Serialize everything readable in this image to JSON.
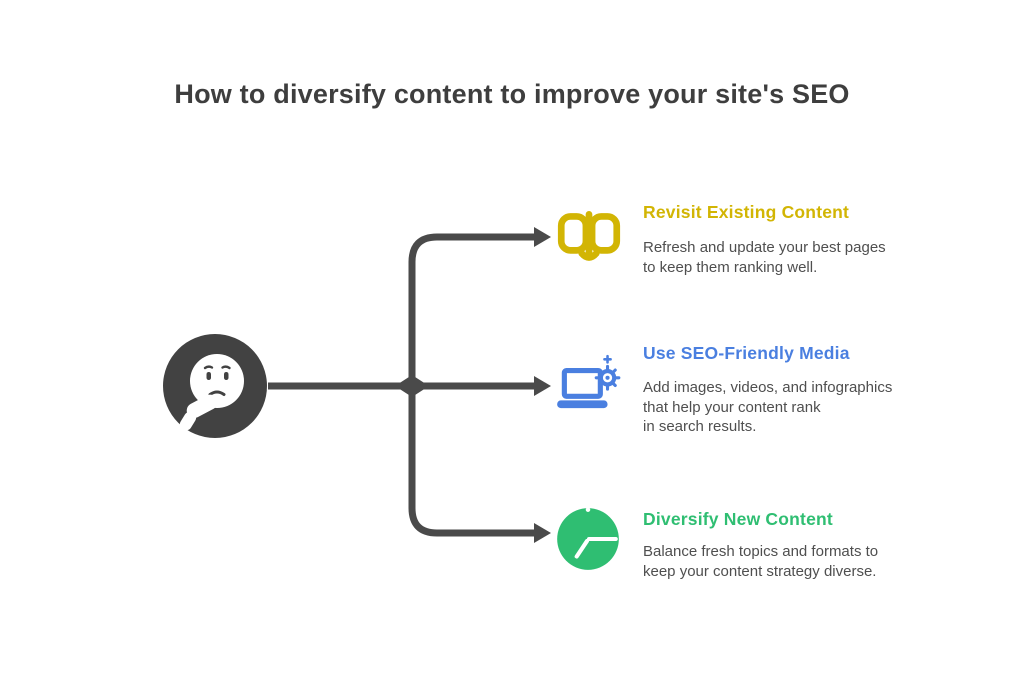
{
  "title": {
    "text": "How to diversify content to improve your site's SEO"
  },
  "thinker": {
    "icon": "thinking-face-icon"
  },
  "branches": [
    {
      "icon": "open-book-icon",
      "accent_color": "#D2B504",
      "heading": "Revisit Existing Content",
      "body_lines": [
        "Refresh and update your best pages",
        "to keep them ranking well."
      ]
    },
    {
      "icon": "laptop-gear-icon",
      "accent_color": "#4A7FE0",
      "heading": "Use SEO-Friendly Media",
      "body_lines": [
        "Add images, videos, and infographics",
        "that help your content rank",
        "in search results."
      ]
    },
    {
      "icon": "pie-chart-icon",
      "accent_color": "#2FBE72",
      "heading": "Diversify New Content",
      "body_lines": [
        "Balance fresh topics and formats to",
        "keep your content strategy diverse."
      ]
    }
  ],
  "colors": {
    "background": "#FFFFFF",
    "title_text": "#3E3E3E",
    "body_text": "#4F4F4F",
    "connector": "#4A4A4A",
    "emoji_circle": "#424242",
    "yellow": "#D2B504",
    "blue": "#4A7FE0",
    "green": "#2FBE72"
  }
}
